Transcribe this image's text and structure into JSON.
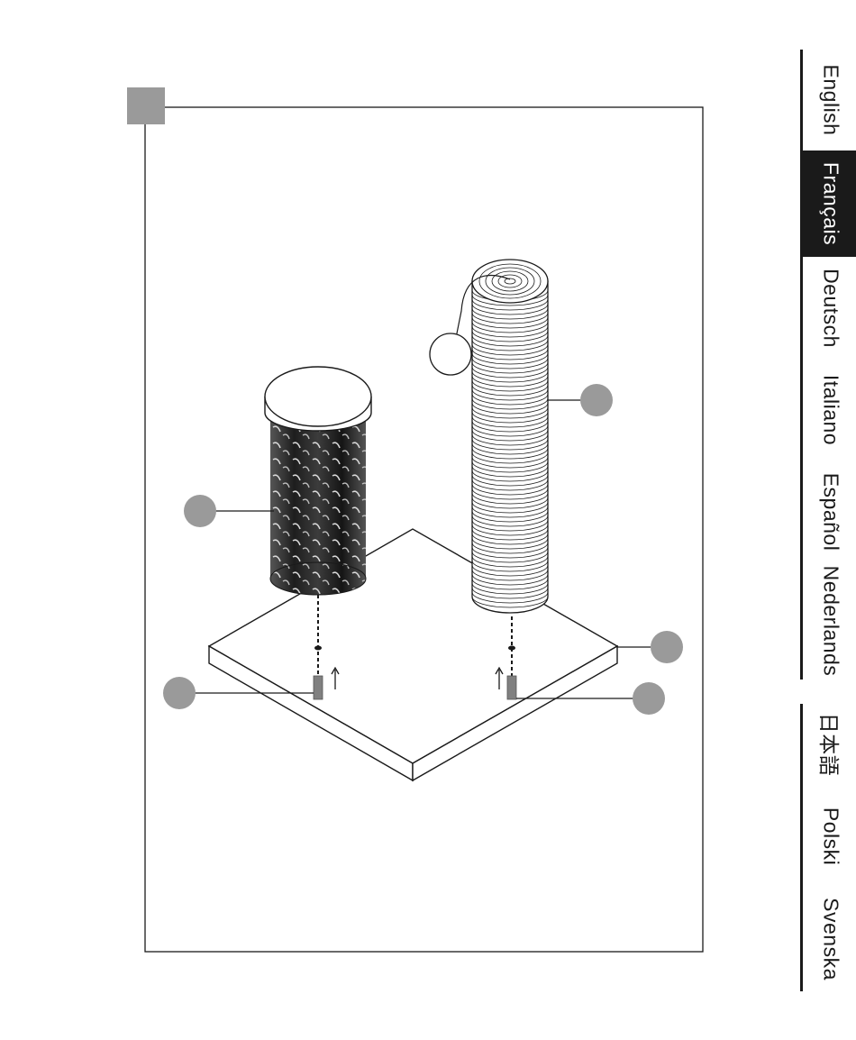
{
  "language_tabs": [
    {
      "label": "English",
      "active": false
    },
    {
      "label": "Français",
      "active": true
    },
    {
      "label": "Deutsch",
      "active": false
    },
    {
      "label": "Italiano",
      "active": false
    },
    {
      "label": "Español",
      "active": false
    },
    {
      "label": "Nederlands",
      "active": false
    },
    {
      "label": "日本語",
      "active": false
    },
    {
      "label": "Polski",
      "active": false
    },
    {
      "label": "Svenska",
      "active": false
    }
  ],
  "colors": {
    "ink": "#1a1a1a",
    "step_marker": "#9a9a9a",
    "callout": "#9a9a9a",
    "dark_post": "#3a3a3a",
    "active_tab_text": "#ffffff"
  }
}
